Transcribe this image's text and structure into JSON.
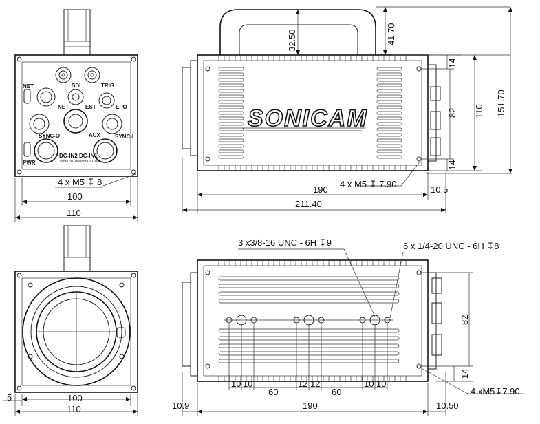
{
  "logo": "SONICAM",
  "front_panel": {
    "labels": {
      "net_left": "NET",
      "sdi": "SDI",
      "trig": "TRIG",
      "net": "NET",
      "est": "EST",
      "epo": "EPO",
      "sync_o": "SYNC-O",
      "aux": "AUX",
      "sync_i": "SYNC-I",
      "pwr": "PWR",
      "dc_in2": "DC-IN2",
      "dc_in1": "DC-IN1",
      "dc_in2_sub": "some 10-16V",
      "dc_in1_sub": "some 10-16V"
    }
  },
  "dimensions": {
    "front_holes": "4 x M5",
    "front_holes_depth": "8",
    "front_inner_width": "100",
    "front_outer_width": "110",
    "side_handle_height": "32.50",
    "side_handle_total": "41.70",
    "side_top_offset": "14",
    "side_mid_height": "82",
    "side_body_height": "110",
    "side_total_height": "151.70",
    "side_bottom_offset": "14",
    "side_holes": "4 x M5",
    "side_holes_depth": "7.90",
    "side_body_length": "190",
    "side_rear_offset": "10.5",
    "side_total_length": "211.40",
    "back_inner_width": "100",
    "back_outer_width": "110",
    "back_side_offset": "5",
    "bottom_thread_large": "3 x3/8-16 UNC - 6H",
    "bottom_thread_large_depth": "9",
    "bottom_thread_small": "6 x 1/4-20 UNC - 6H",
    "bottom_thread_small_depth": "8",
    "bottom_spacing_a1": "10",
    "bottom_spacing_a2": "10",
    "bottom_spacing_b1": "60",
    "bottom_spacing_c1": "12",
    "bottom_spacing_c2": "12",
    "bottom_spacing_b2": "60",
    "bottom_spacing_d1": "10",
    "bottom_spacing_d2": "10",
    "bottom_front_offset": "10.9",
    "bottom_body_length": "190",
    "bottom_rear_offset": "10.50",
    "bottom_mid_height": "82",
    "bottom_bottom_offset": "14",
    "bottom_holes": "4 xM5",
    "bottom_holes_depth": "7.90"
  },
  "depth_symbol": "↧"
}
